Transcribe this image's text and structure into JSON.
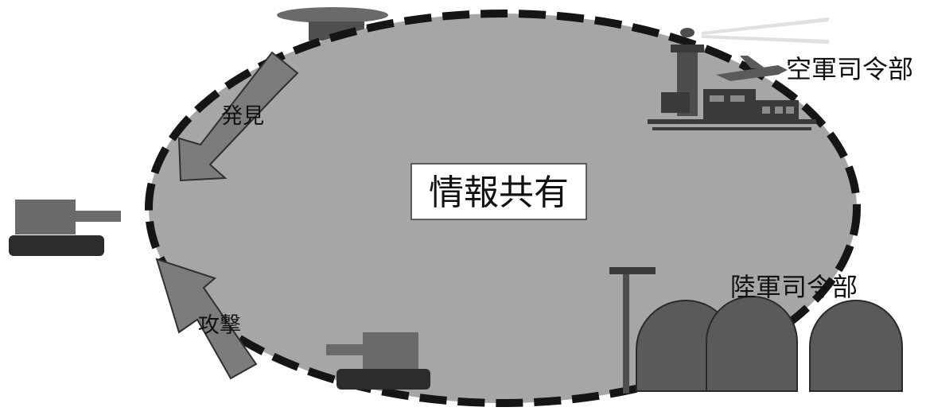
{
  "diagram": {
    "center_label": "情報共有",
    "air_command_label": "空軍司令部",
    "army_command_label": "陸軍司令部",
    "detect_label": "発見",
    "attack_label": "攻撃"
  },
  "colors": {
    "ellipse_fill": "#a6a6a6",
    "dashed_border": "#151515",
    "dark_gray": "#5d5d5d",
    "mid_gray": "#7c7c7c",
    "tank_track": "#2c2c2c"
  }
}
